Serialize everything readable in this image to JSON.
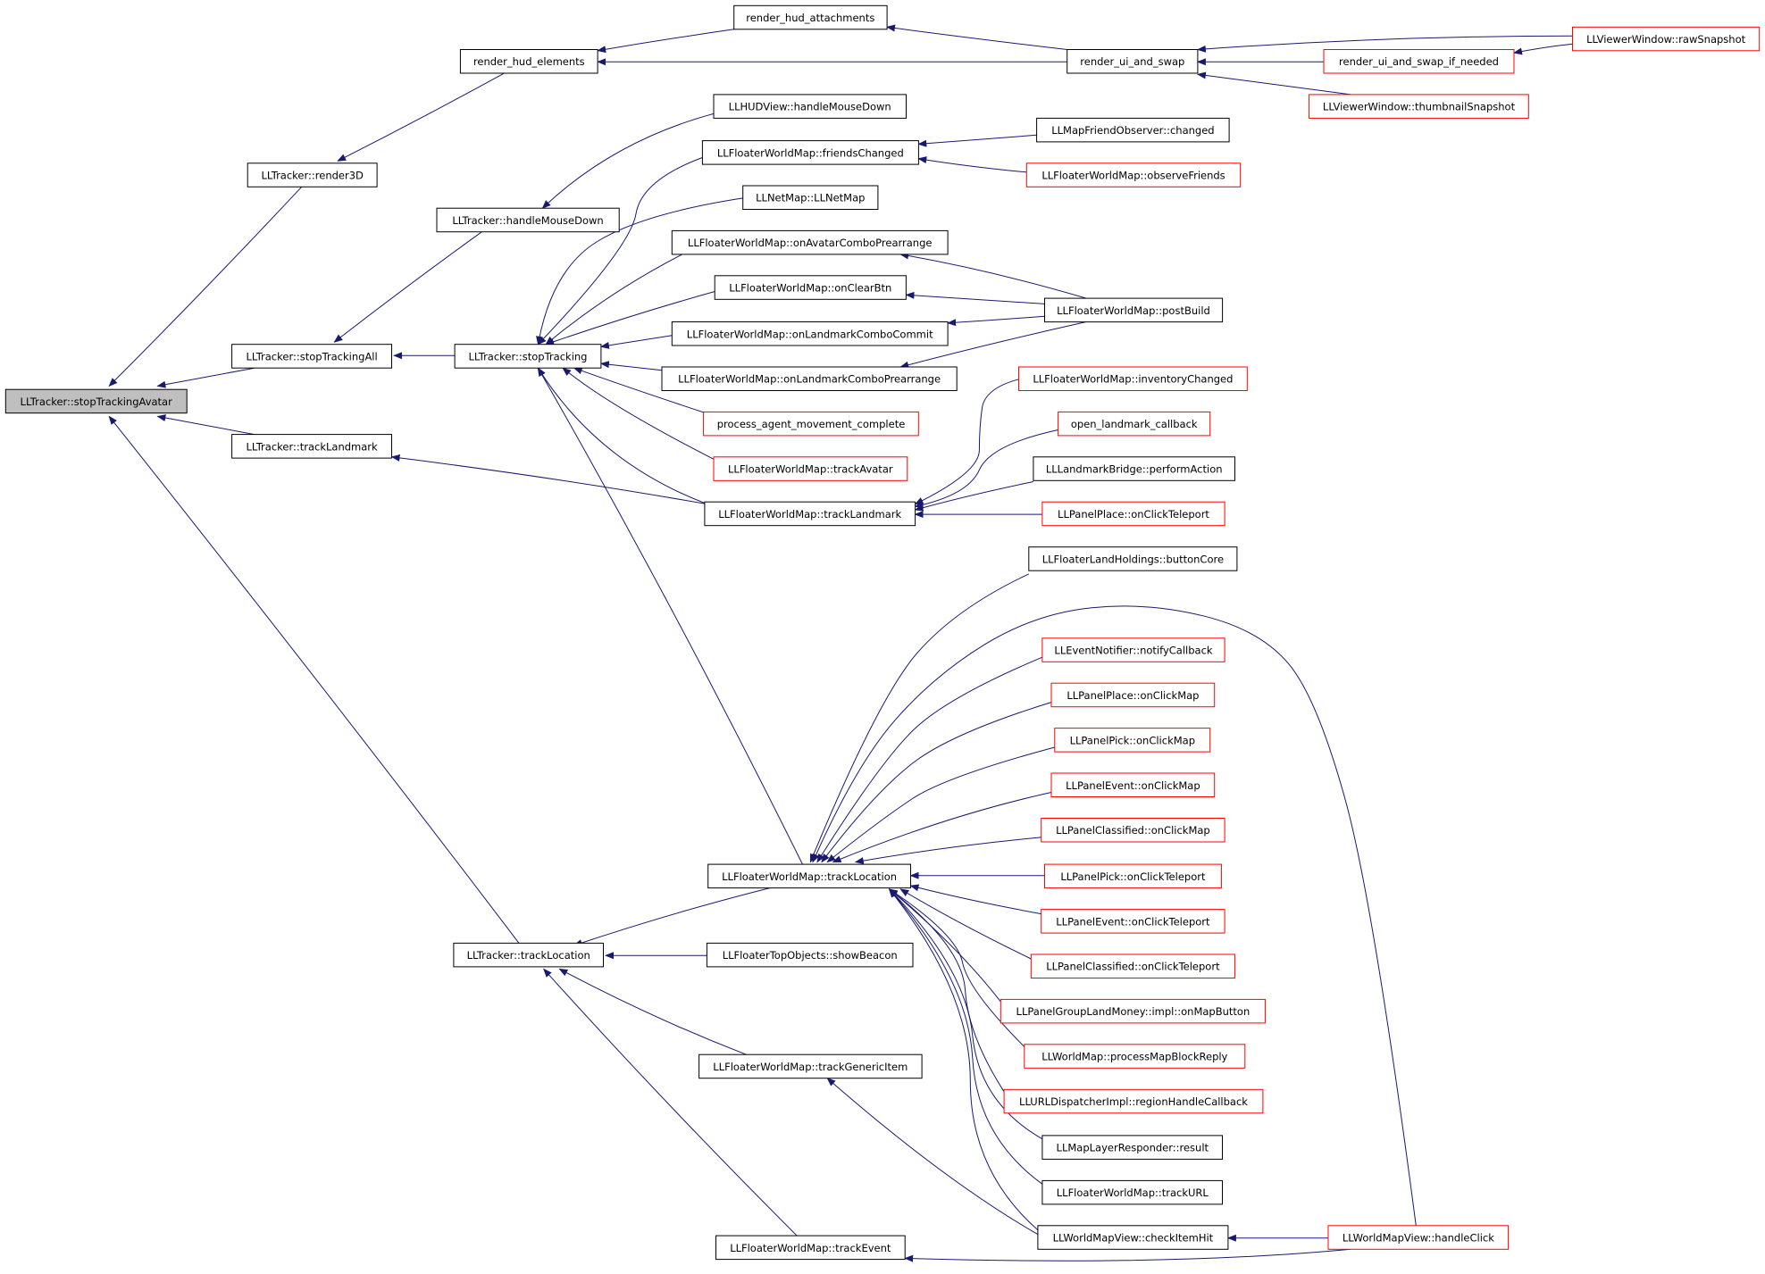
{
  "colors": {
    "normal_border": "#000000",
    "external_border": "#ff0000",
    "focus_fill": "#bfbfbf",
    "edge": "#191970",
    "background": "#ffffff"
  },
  "nodes": {
    "stopTrackingAvatar": {
      "label": "LLTracker::stopTrackingAvatar",
      "kind": "focus"
    },
    "render3D": {
      "label": "LLTracker::render3D",
      "kind": "normal"
    },
    "stopTrackingAll": {
      "label": "LLTracker::stopTrackingAll",
      "kind": "normal"
    },
    "trackLandmarkT": {
      "label": "LLTracker::trackLandmark",
      "kind": "normal"
    },
    "trackLocationT": {
      "label": "LLTracker::trackLocation",
      "kind": "normal"
    },
    "renderHudElements": {
      "label": "render_hud_elements",
      "kind": "normal"
    },
    "handleMouseDownT": {
      "label": "LLTracker::handleMouseDown",
      "kind": "normal"
    },
    "stopTracking": {
      "label": "LLTracker::stopTracking",
      "kind": "normal"
    },
    "renderHudAttachments": {
      "label": "render_hud_attachments",
      "kind": "normal"
    },
    "renderUiAndSwap": {
      "label": "render_ui_and_swap",
      "kind": "normal"
    },
    "rawSnapshot": {
      "label": "LLViewerWindow::rawSnapshot",
      "kind": "external"
    },
    "renderUiAndSwapIfNeeded": {
      "label": "render_ui_and_swap_if_needed",
      "kind": "external"
    },
    "thumbnailSnapshot": {
      "label": "LLViewerWindow::thumbnailSnapshot",
      "kind": "external"
    },
    "hudViewHandleMouseDown": {
      "label": "LLHUDView::handleMouseDown",
      "kind": "normal"
    },
    "friendsChanged": {
      "label": "LLFloaterWorldMap::friendsChanged",
      "kind": "normal"
    },
    "mapFriendObserverChanged": {
      "label": "LLMapFriendObserver::changed",
      "kind": "normal"
    },
    "observeFriends": {
      "label": "LLFloaterWorldMap::observeFriends",
      "kind": "external"
    },
    "netMap": {
      "label": "LLNetMap::LLNetMap",
      "kind": "normal"
    },
    "onAvatarComboPrearrange": {
      "label": "LLFloaterWorldMap::onAvatarComboPrearrange",
      "kind": "normal"
    },
    "onClearBtn": {
      "label": "LLFloaterWorldMap::onClearBtn",
      "kind": "normal"
    },
    "postBuild": {
      "label": "LLFloaterWorldMap::postBuild",
      "kind": "normal"
    },
    "onLandmarkComboCommit": {
      "label": "LLFloaterWorldMap::onLandmarkComboCommit",
      "kind": "normal"
    },
    "onLandmarkComboPrearrange": {
      "label": "LLFloaterWorldMap::onLandmarkComboPrearrange",
      "kind": "normal"
    },
    "processAgentMovementComplete": {
      "label": "process_agent_movement_complete",
      "kind": "external"
    },
    "fwmTrackAvatar": {
      "label": "LLFloaterWorldMap::trackAvatar",
      "kind": "external"
    },
    "fwmTrackLandmark": {
      "label": "LLFloaterWorldMap::trackLandmark",
      "kind": "normal"
    },
    "inventoryChanged": {
      "label": "LLFloaterWorldMap::inventoryChanged",
      "kind": "external"
    },
    "openLandmarkCallback": {
      "label": "open_landmark_callback",
      "kind": "external"
    },
    "landmarkBridgePerformAction": {
      "label": "LLLandmarkBridge::performAction",
      "kind": "normal"
    },
    "panelPlaceOnClickTeleport": {
      "label": "LLPanelPlace::onClickTeleport",
      "kind": "external"
    },
    "landHoldingsButtonCore": {
      "label": "LLFloaterLandHoldings::buttonCore",
      "kind": "normal"
    },
    "eventNotifierNotifyCallback": {
      "label": "LLEventNotifier::notifyCallback",
      "kind": "external"
    },
    "panelPlaceOnClickMap": {
      "label": "LLPanelPlace::onClickMap",
      "kind": "external"
    },
    "panelPickOnClickMap": {
      "label": "LLPanelPick::onClickMap",
      "kind": "external"
    },
    "panelEventOnClickMap": {
      "label": "LLPanelEvent::onClickMap",
      "kind": "external"
    },
    "panelClassifiedOnClickMap": {
      "label": "LLPanelClassified::onClickMap",
      "kind": "external"
    },
    "fwmTrackLocation": {
      "label": "LLFloaterWorldMap::trackLocation",
      "kind": "normal"
    },
    "panelPickOnClickTeleport": {
      "label": "LLPanelPick::onClickTeleport",
      "kind": "external"
    },
    "panelEventOnClickTeleport": {
      "label": "LLPanelEvent::onClickTeleport",
      "kind": "external"
    },
    "panelClassifiedOnClickTeleport": {
      "label": "LLPanelClassified::onClickTeleport",
      "kind": "external"
    },
    "showBeacon": {
      "label": "LLFloaterTopObjects::showBeacon",
      "kind": "normal"
    },
    "panelGroupLandMoneyOnMapButton": {
      "label": "LLPanelGroupLandMoney::impl::onMapButton",
      "kind": "external"
    },
    "processMapBlockReply": {
      "label": "LLWorldMap::processMapBlockReply",
      "kind": "external"
    },
    "regionHandleCallback": {
      "label": "LLURLDispatcherImpl::regionHandleCallback",
      "kind": "external"
    },
    "fwmTrackGenericItem": {
      "label": "LLFloaterWorldMap::trackGenericItem",
      "kind": "normal"
    },
    "mapLayerResponderResult": {
      "label": "LLMapLayerResponder::result",
      "kind": "normal"
    },
    "fwmTrackURL": {
      "label": "LLFloaterWorldMap::trackURL",
      "kind": "normal"
    },
    "checkItemHit": {
      "label": "LLWorldMapView::checkItemHit",
      "kind": "normal"
    },
    "worldMapViewHandleClick": {
      "label": "LLWorldMapView::handleClick",
      "kind": "external"
    },
    "fwmTrackEvent": {
      "label": "LLFloaterWorldMap::trackEvent",
      "kind": "normal"
    }
  },
  "edges": [
    [
      "render3D",
      "stopTrackingAvatar"
    ],
    [
      "stopTrackingAll",
      "stopTrackingAvatar"
    ],
    [
      "trackLandmarkT",
      "stopTrackingAvatar"
    ],
    [
      "trackLocationT",
      "stopTrackingAvatar"
    ],
    [
      "renderHudElements",
      "render3D"
    ],
    [
      "handleMouseDownT",
      "stopTrackingAll"
    ],
    [
      "stopTracking",
      "stopTrackingAll"
    ],
    [
      "fwmTrackLandmark",
      "trackLandmarkT"
    ],
    [
      "fwmTrackLocation",
      "trackLocationT"
    ],
    [
      "showBeacon",
      "trackLocationT"
    ],
    [
      "fwmTrackGenericItem",
      "trackLocationT"
    ],
    [
      "fwmTrackEvent",
      "trackLocationT"
    ],
    [
      "renderHudAttachments",
      "renderHudElements"
    ],
    [
      "renderUiAndSwap",
      "renderHudElements"
    ],
    [
      "renderUiAndSwap",
      "renderHudAttachments"
    ],
    [
      "rawSnapshot",
      "renderUiAndSwap"
    ],
    [
      "renderUiAndSwapIfNeeded",
      "renderUiAndSwap"
    ],
    [
      "thumbnailSnapshot",
      "renderUiAndSwap"
    ],
    [
      "rawSnapshot",
      "renderUiAndSwapIfNeeded"
    ],
    [
      "hudViewHandleMouseDown",
      "handleMouseDownT"
    ],
    [
      "friendsChanged",
      "stopTracking"
    ],
    [
      "netMap",
      "stopTracking"
    ],
    [
      "onAvatarComboPrearrange",
      "stopTracking"
    ],
    [
      "onClearBtn",
      "stopTracking"
    ],
    [
      "onLandmarkComboCommit",
      "stopTracking"
    ],
    [
      "onLandmarkComboPrearrange",
      "stopTracking"
    ],
    [
      "processAgentMovementComplete",
      "stopTracking"
    ],
    [
      "fwmTrackAvatar",
      "stopTracking"
    ],
    [
      "fwmTrackLandmark",
      "stopTracking"
    ],
    [
      "fwmTrackLocation",
      "stopTracking"
    ],
    [
      "mapFriendObserverChanged",
      "friendsChanged"
    ],
    [
      "observeFriends",
      "friendsChanged"
    ],
    [
      "postBuild",
      "onAvatarComboPrearrange"
    ],
    [
      "postBuild",
      "onClearBtn"
    ],
    [
      "postBuild",
      "onLandmarkComboCommit"
    ],
    [
      "postBuild",
      "onLandmarkComboPrearrange"
    ],
    [
      "inventoryChanged",
      "fwmTrackLandmark"
    ],
    [
      "openLandmarkCallback",
      "fwmTrackLandmark"
    ],
    [
      "landmarkBridgePerformAction",
      "fwmTrackLandmark"
    ],
    [
      "panelPlaceOnClickTeleport",
      "fwmTrackLandmark"
    ],
    [
      "landHoldingsButtonCore",
      "fwmTrackLocation"
    ],
    [
      "worldMapViewHandleClick",
      "fwmTrackLocation"
    ],
    [
      "eventNotifierNotifyCallback",
      "fwmTrackLocation"
    ],
    [
      "panelPlaceOnClickMap",
      "fwmTrackLocation"
    ],
    [
      "panelPickOnClickMap",
      "fwmTrackLocation"
    ],
    [
      "panelEventOnClickMap",
      "fwmTrackLocation"
    ],
    [
      "panelClassifiedOnClickMap",
      "fwmTrackLocation"
    ],
    [
      "panelPickOnClickTeleport",
      "fwmTrackLocation"
    ],
    [
      "panelEventOnClickTeleport",
      "fwmTrackLocation"
    ],
    [
      "panelClassifiedOnClickTeleport",
      "fwmTrackLocation"
    ],
    [
      "panelGroupLandMoneyOnMapButton",
      "fwmTrackLocation"
    ],
    [
      "processMapBlockReply",
      "fwmTrackLocation"
    ],
    [
      "regionHandleCallback",
      "fwmTrackLocation"
    ],
    [
      "mapLayerResponderResult",
      "fwmTrackLocation"
    ],
    [
      "fwmTrackURL",
      "fwmTrackLocation"
    ],
    [
      "checkItemHit",
      "fwmTrackLocation"
    ],
    [
      "checkItemHit",
      "fwmTrackGenericItem"
    ],
    [
      "worldMapViewHandleClick",
      "checkItemHit"
    ],
    [
      "worldMapViewHandleClick",
      "fwmTrackEvent"
    ]
  ]
}
